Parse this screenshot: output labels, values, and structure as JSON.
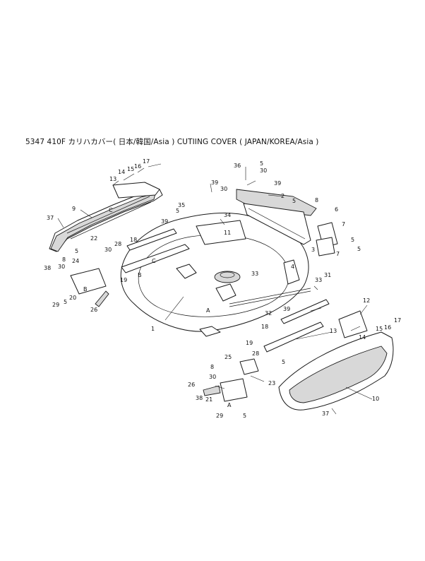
{
  "title": "5347  410F  カリハカバー(  日本/韓国/Asia  )   CUTIING  COVER ( JAPAN/KOREA/Asia )",
  "callouts": [
    {
      "id": "c17a",
      "label": "17"
    },
    {
      "id": "c16a",
      "label": "16"
    },
    {
      "id": "c15a",
      "label": "15"
    },
    {
      "id": "c14a",
      "label": "14"
    },
    {
      "id": "c13a",
      "label": "13"
    },
    {
      "id": "c9",
      "label": "9"
    },
    {
      "id": "c37a",
      "label": "37"
    },
    {
      "id": "c22",
      "label": "22"
    },
    {
      "id": "c5a",
      "label": "5"
    },
    {
      "id": "c8a",
      "label": "8"
    },
    {
      "id": "c24a",
      "label": "24"
    },
    {
      "id": "c30a",
      "label": "30"
    },
    {
      "id": "c38a",
      "label": "38"
    },
    {
      "id": "c20",
      "label": "20"
    },
    {
      "id": "c29a",
      "label": "29"
    },
    {
      "id": "c5b",
      "label": "5"
    },
    {
      "id": "c26a",
      "label": "26"
    },
    {
      "id": "c30b",
      "label": "30"
    },
    {
      "id": "c28a",
      "label": "28"
    },
    {
      "id": "c19a",
      "label": "19"
    },
    {
      "id": "c18a",
      "label": "18"
    },
    {
      "id": "c39a",
      "label": "39"
    },
    {
      "id": "c1",
      "label": "1"
    },
    {
      "id": "c36",
      "label": "36"
    },
    {
      "id": "c5c",
      "label": "5"
    },
    {
      "id": "c30c",
      "label": "30"
    },
    {
      "id": "c39b",
      "label": "39"
    },
    {
      "id": "c30d",
      "label": "30"
    },
    {
      "id": "c39c",
      "label": "39"
    },
    {
      "id": "c35",
      "label": "35"
    },
    {
      "id": "c5d",
      "label": "5"
    },
    {
      "id": "c34",
      "label": "34"
    },
    {
      "id": "c11",
      "label": "11"
    },
    {
      "id": "c2",
      "label": "2"
    },
    {
      "id": "c5e",
      "label": "5"
    },
    {
      "id": "c8b",
      "label": "8"
    },
    {
      "id": "c6",
      "label": "6"
    },
    {
      "id": "c7a",
      "label": "7"
    },
    {
      "id": "c5f",
      "label": "5"
    },
    {
      "id": "c5g",
      "label": "5"
    },
    {
      "id": "c7b",
      "label": "7"
    },
    {
      "id": "c3",
      "label": "3"
    },
    {
      "id": "c4",
      "label": "4"
    },
    {
      "id": "c33a",
      "label": "33"
    },
    {
      "id": "c31",
      "label": "31"
    },
    {
      "id": "c33b",
      "label": "33"
    },
    {
      "id": "c32",
      "label": "32"
    },
    {
      "id": "c39d",
      "label": "39"
    },
    {
      "id": "c12",
      "label": "12"
    },
    {
      "id": "c18b",
      "label": "18"
    },
    {
      "id": "c17b",
      "label": "17"
    },
    {
      "id": "c16b",
      "label": "16"
    },
    {
      "id": "c15b",
      "label": "15"
    },
    {
      "id": "c13b",
      "label": "13"
    },
    {
      "id": "c14b",
      "label": "14"
    },
    {
      "id": "c19b",
      "label": "19"
    },
    {
      "id": "c28b",
      "label": "28"
    },
    {
      "id": "c25",
      "label": "25"
    },
    {
      "id": "c8c",
      "label": "8"
    },
    {
      "id": "c30e",
      "label": "30"
    },
    {
      "id": "c5h",
      "label": "5"
    },
    {
      "id": "c23",
      "label": "23"
    },
    {
      "id": "c26b",
      "label": "26"
    },
    {
      "id": "c21",
      "label": "21"
    },
    {
      "id": "c38b",
      "label": "38"
    },
    {
      "id": "c29b",
      "label": "29"
    },
    {
      "id": "c5i",
      "label": "5"
    },
    {
      "id": "c10",
      "label": "10"
    },
    {
      "id": "c37b",
      "label": "37"
    }
  ],
  "view_letters": [
    {
      "id": "lC1",
      "label": "C"
    },
    {
      "id": "lC2",
      "label": "C"
    },
    {
      "id": "lB1",
      "label": "B"
    },
    {
      "id": "lB2",
      "label": "B"
    },
    {
      "id": "lA1",
      "label": "A"
    },
    {
      "id": "lA2",
      "label": "A"
    }
  ]
}
